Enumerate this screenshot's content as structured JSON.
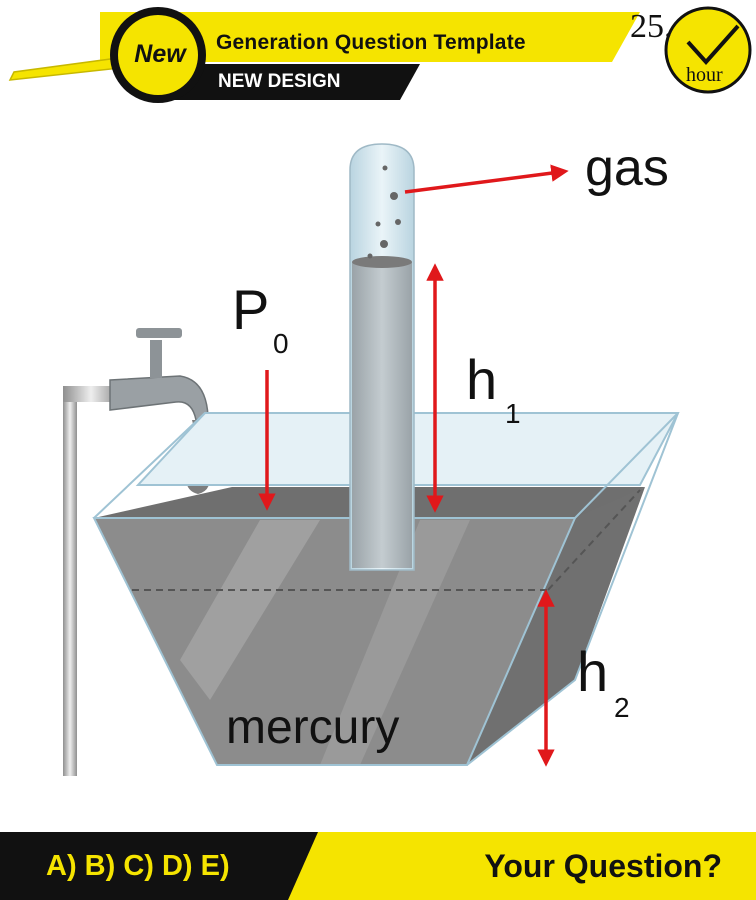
{
  "header": {
    "badge": "New",
    "title": "Generation Question Template",
    "subtitle": "NEW DESIGN",
    "timer_number": "25.",
    "timer_unit": "hour"
  },
  "diagram": {
    "gas_label": "gas",
    "pressure_label": "P",
    "pressure_subscript": "0",
    "h1_label": "h",
    "h1_subscript": "1",
    "h2_label": "h",
    "h2_subscript": "2",
    "liquid_label": "mercury"
  },
  "footer": {
    "options": "A) B) C) D) E)",
    "question": "Your Question?"
  },
  "colors": {
    "accent_yellow": "#f5e400",
    "banner_black": "#111111",
    "arrow_red": "#e0181b",
    "mercury_gray": "#8a8a8a",
    "glass_blue": "#cfe4ee"
  }
}
